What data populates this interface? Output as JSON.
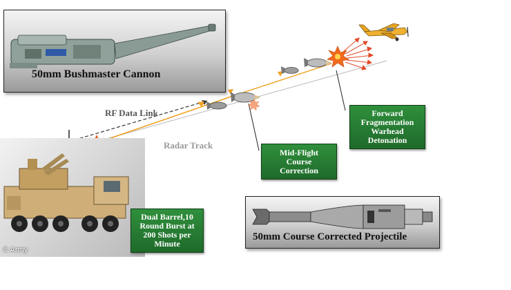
{
  "cannon_panel": {
    "title": "50mm Bushmaster Cannon"
  },
  "projectile_panel": {
    "title": "50mm Course Corrected Projectile"
  },
  "labels": {
    "rf_link": "RF Data Link",
    "radar_track": "Radar Track"
  },
  "callouts": {
    "forward": "Forward\nFragmentation\nWarhead\nDetonation",
    "midflight": "Mid-Flight\nCourse\nCorrection",
    "dual_barrel": "Dual Barrel,10\nRound Burst at\n200 Shots per\nMinute"
  },
  "credit": "© Army",
  "colors": {
    "green": "#2a7d36",
    "orange_trail": "#f0a020",
    "rf_dash": "#333333",
    "radar_line": "#bbbbbb",
    "label_rf": "#555555",
    "label_radar": "#999999",
    "explosion": "#f26a1b",
    "aircraft": "#f0b030"
  },
  "icons": [
    "cannon-icon",
    "truck-icon",
    "projectile-icon",
    "aircraft-icon",
    "explosion-icon"
  ]
}
